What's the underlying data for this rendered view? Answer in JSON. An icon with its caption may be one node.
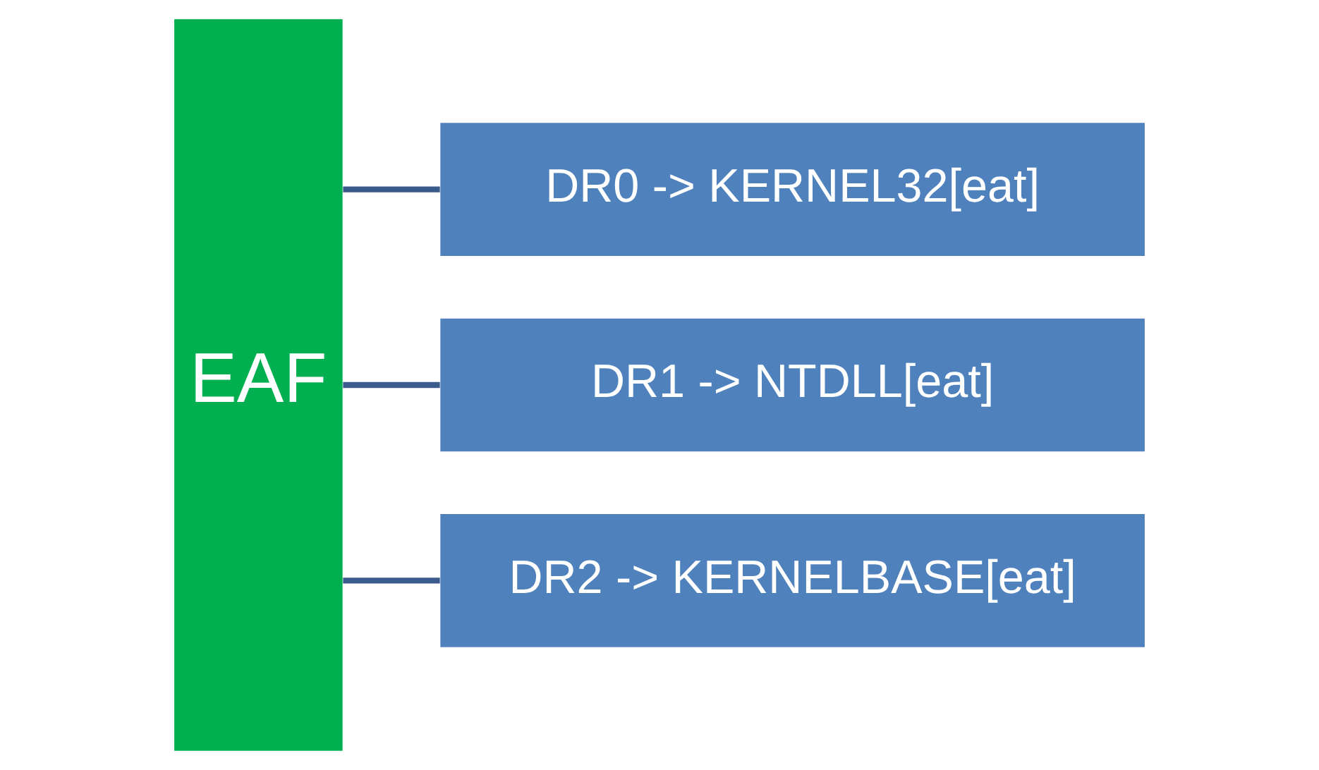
{
  "diagram": {
    "nodes": [
      {
        "text": [
          "EAF"
        ]
      },
      {
        "text": [
          "DR0 -> KERNEL32[eat]"
        ]
      },
      {
        "text": [
          "DR1 -> NTDLL[eat]"
        ]
      },
      {
        "text": [
          "DR2 -> KERNELBASE[eat]"
        ]
      }
    ],
    "edges": [
      {
        "from": 0,
        "to": 1,
        "arrow": "none"
      },
      {
        "from": 0,
        "to": 2,
        "arrow": "none"
      },
      {
        "from": 0,
        "to": 3,
        "arrow": "none"
      }
    ]
  }
}
